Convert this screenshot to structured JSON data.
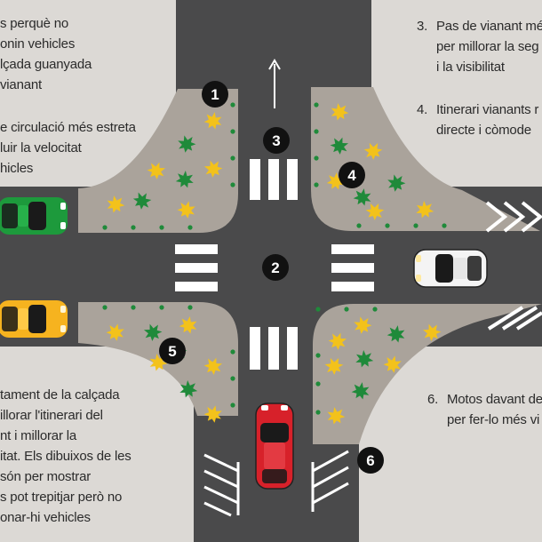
{
  "colors": {
    "background": "#dcd9d5",
    "road": "#4a4a4b",
    "sidewalk": "#aaa39b",
    "marking": "#ffffff",
    "tree_green": "#1f8a3a",
    "tree_yellow": "#f3c21b",
    "car_green": "#1d9a3c",
    "car_yellow": "#f6b31f",
    "car_white": "#f4f4f4",
    "car_red": "#d7212a",
    "badge": "#111111"
  },
  "badges": [
    "1",
    "2",
    "3",
    "4",
    "5",
    "6"
  ],
  "notes": {
    "n1": [
      "s perquè no",
      "onin vehicles",
      "lçada guanyada",
      "vianant"
    ],
    "n2": [
      "e circulació més estreta",
      "luir la velocitat",
      "hicles"
    ],
    "n3": {
      "number": "3.",
      "lines": [
        "Pas de vianant més",
        "per millorar la seg",
        "i la visibilitat"
      ]
    },
    "n4": {
      "number": "4.",
      "lines": [
        "Itinerari vianants r",
        "directe i còmode"
      ]
    },
    "n5": [
      "tament de la calçada",
      "illorar l'itinerari del",
      "nt i millorar la",
      "itat. Els dibuixos de les",
      "són per mostrar",
      "s pot trepitjar però no",
      "onar-hi vehicles"
    ],
    "n6": {
      "number": "6.",
      "lines": [
        "Motos davant de",
        "per fer-lo més vi"
      ]
    }
  },
  "icons": {
    "arrow": "straight-arrow-icon",
    "leaf_green": "green-leaf-icon",
    "leaf_yellow": "yellow-leaf-icon"
  }
}
